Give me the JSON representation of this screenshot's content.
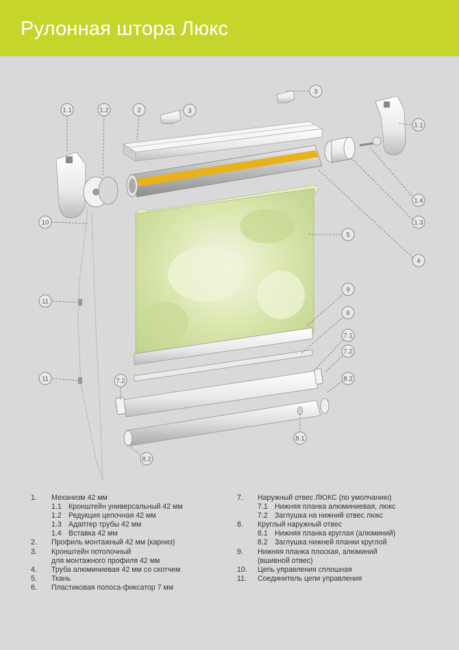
{
  "title": "Рулонная штора Люкс",
  "callouts": {
    "c1_1_left": "1.1",
    "c1_2": "1.2",
    "c2": "2",
    "c3_left": "3",
    "c3_top": "3",
    "c1_1_right": "1.1",
    "c1_4": "1.4",
    "c1_3": "1.3",
    "c4": "4",
    "c5": "5",
    "c10": "10",
    "c11_top": "11",
    "c11_bottom": "11",
    "c9": "9",
    "c6": "6",
    "c7_1": "7.1",
    "c7_2_right": "7.2",
    "c7_2_left": "7.2",
    "c8_2_right": "8.2",
    "c8_1": "8.1",
    "c8_2_left": "8.2"
  },
  "legend_left": [
    {
      "num": "1.",
      "text": "Механизм 42 мм"
    },
    {
      "sub": "1.1",
      "text": "Кронштейн универсальный 42 мм"
    },
    {
      "sub": "1.2",
      "text": "Редукция цепочная 42 мм"
    },
    {
      "sub": "1.3",
      "text": "Адаптер трубы 42 мм"
    },
    {
      "sub": "1.4",
      "text": "Вставка 42 мм"
    },
    {
      "num": "2.",
      "text": "Профиль монтажный 42 мм (карниз)"
    },
    {
      "num": "3.",
      "text": "Кронштейн потолочный"
    },
    {
      "cont": true,
      "text": "для монтажного профиля 42 мм"
    },
    {
      "num": "4.",
      "text": "Труба алюминиевая 42 мм со скотчем"
    },
    {
      "num": "5.",
      "text": "Ткань"
    },
    {
      "num": "6.",
      "text": "Пластиковая полоса-фиксатор 7 мм"
    }
  ],
  "legend_right": [
    {
      "num": "7.",
      "text": "Наружный отвес ЛЮКС (по умолчанию)"
    },
    {
      "sub": "7.1",
      "text": "Нижняя планка алюминиевая, люкс"
    },
    {
      "sub": "7.2",
      "text": "Заглушка на нижний отвес люкс"
    },
    {
      "num": "8.",
      "text": "Круглый наружный отвес"
    },
    {
      "sub": "8.1",
      "text": "Нижняя планка круглая (алюминий)"
    },
    {
      "sub": "8.2",
      "text": "Заглушка нижней планки круглой"
    },
    {
      "num": "9.",
      "text": "Нижняя планка плоская, алюминий"
    },
    {
      "cont": true,
      "text": "(вшивной отвес)"
    },
    {
      "num": "10.",
      "text": "Цепь управления сплошная"
    },
    {
      "num": "11.",
      "text": "Соединитель цепи управления"
    }
  ],
  "colors": {
    "header": "#c5d52c",
    "background": "#d9d9d9",
    "tape": "#e8b21a",
    "fabric": "#d6e3a6"
  }
}
